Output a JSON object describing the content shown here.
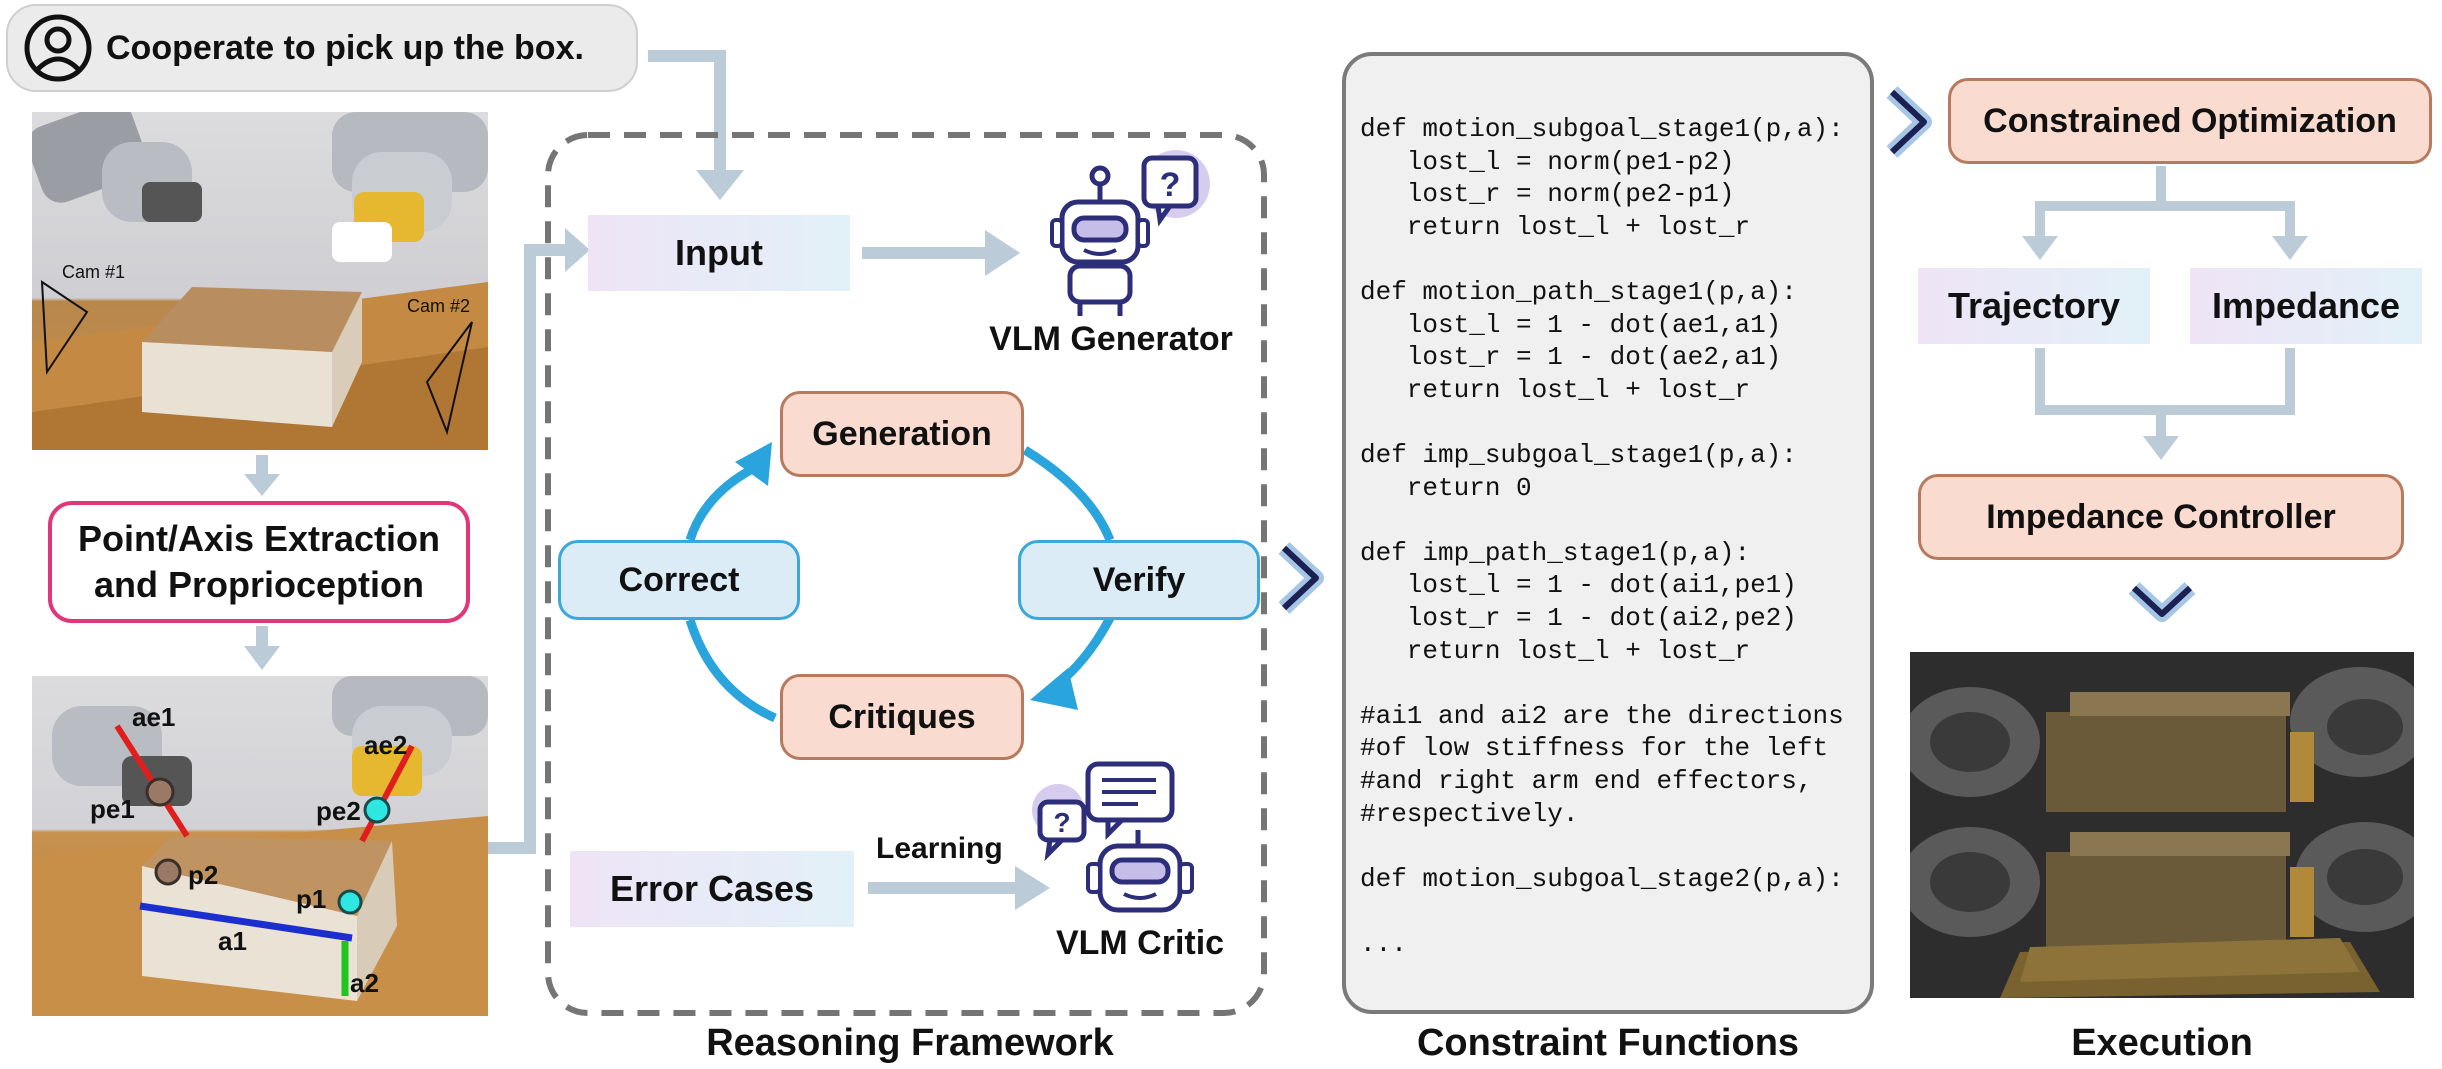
{
  "prompt": {
    "text": "Cooperate to pick up the box.",
    "icon": "user-icon"
  },
  "perception": {
    "cam1_label": "Cam #1",
    "cam2_label": "Cam #2",
    "extraction_line1": "Point/Axis Extraction",
    "extraction_line2": "and Proprioception",
    "keypoints": {
      "ae1": "ae1",
      "ae2": "ae2",
      "pe1": "pe1",
      "pe2": "pe2",
      "p1": "p1",
      "p2": "p2",
      "a1": "a1",
      "a2": "a2"
    }
  },
  "reasoning": {
    "title": "Reasoning Framework",
    "input_label": "Input",
    "generator_label": "VLM Generator",
    "generation_label": "Generation",
    "verify_label": "Verify",
    "critiques_label": "Critiques",
    "correct_label": "Correct",
    "error_cases_label": "Error Cases",
    "learning_label": "Learning",
    "critic_label": "VLM Critic"
  },
  "constraints": {
    "title": "Constraint Functions",
    "code_lines": [
      "def motion_subgoal_stage1(p,a):",
      "   lost_l = norm(pe1-p2)",
      "   lost_r = norm(pe2-p1)",
      "   return lost_l + lost_r",
      "",
      "def motion_path_stage1(p,a):",
      "   lost_l = 1 - dot(ae1,a1)",
      "   lost_r = 1 - dot(ae2,a1)",
      "   return lost_l + lost_r",
      "",
      "def imp_subgoal_stage1(p,a):",
      "   return 0",
      "",
      "def imp_path_stage1(p,a):",
      "   lost_l = 1 - dot(ai1,pe1)",
      "   lost_r = 1 - dot(ai2,pe2)",
      "   return lost_l + lost_r",
      "",
      "#ai1 and ai2 are the directions",
      "#of low stiffness for the left",
      "#and right arm end effectors,",
      "#respectively.",
      "",
      "def motion_subgoal_stage2(p,a):",
      "",
      "..."
    ]
  },
  "execution": {
    "title": "Execution",
    "optimization_label": "Constrained Optimization",
    "trajectory_label": "Trajectory",
    "impedance_label": "Impedance",
    "controller_label": "Impedance Controller"
  },
  "colors": {
    "arrow": "#bccbd8",
    "cycle_arrow": "#29a4dc",
    "salmon_fill": "#f9dccf",
    "salmon_border": "#b77a5e",
    "blue_fill": "#dcecf7",
    "blue_border": "#3aa8dc",
    "pink_border": "#e0377b",
    "code_bg": "#f0f0f0",
    "navy": "#2c2e7a"
  }
}
